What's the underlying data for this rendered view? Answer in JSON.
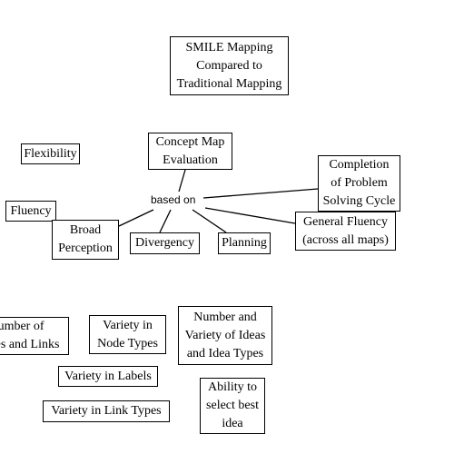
{
  "diagram": {
    "nodes": {
      "title": {
        "lines": [
          "SMILE Mapping",
          "Compared to",
          "Traditional Mapping"
        ]
      },
      "concept_map_evaluation": {
        "lines": [
          "Concept Map",
          "Evaluation"
        ]
      },
      "completion": {
        "lines": [
          "Completion",
          "of Problem",
          "Solving Cycle"
        ]
      },
      "flexibility": {
        "lines": [
          "Flexibility"
        ]
      },
      "fluency": {
        "lines": [
          "Fluency"
        ]
      },
      "broad_perception": {
        "lines": [
          "Broad",
          "Perception"
        ]
      },
      "divergency": {
        "lines": [
          "Divergency"
        ]
      },
      "planning": {
        "lines": [
          "Planning"
        ]
      },
      "general_fluency": {
        "lines": [
          "General Fluency",
          "(across all maps)"
        ]
      },
      "number_of_nodes_links": {
        "lines": [
          "Number of",
          "Nodes and Links"
        ]
      },
      "variety_node_types": {
        "lines": [
          "Variety in",
          "Node Types"
        ]
      },
      "number_variety_ideas": {
        "lines": [
          "Number and",
          "Variety of Ideas",
          "and Idea Types"
        ]
      },
      "variety_labels": {
        "lines": [
          "Variety in Labels"
        ]
      },
      "variety_link_types": {
        "lines": [
          "Variety in Link Types"
        ]
      },
      "ability_select": {
        "lines": [
          "Ability to",
          "select best",
          "idea"
        ]
      }
    },
    "link_label": "based on",
    "line_color": "#000000",
    "node_border_color": "#000000",
    "background_color": "#ffffff"
  }
}
